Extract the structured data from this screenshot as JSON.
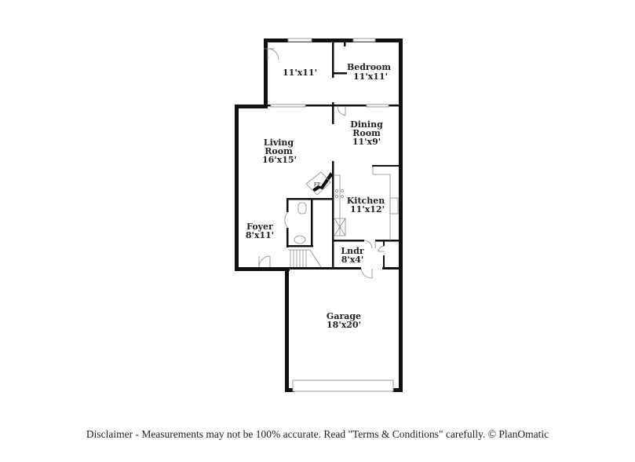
{
  "rooms": [
    {
      "name": "",
      "size": "11'x11'"
    },
    {
      "name": "Bedroom",
      "size": "11'x11'"
    },
    {
      "name": "Dining",
      "name2": "Room",
      "size": "11'x9'"
    },
    {
      "name": "Living",
      "name2": "Room",
      "size": "16'x15'"
    },
    {
      "name": "Kitchen",
      "size": "11'x12'"
    },
    {
      "name": "Foyer",
      "size": "8'x11'"
    },
    {
      "name": "Lndr",
      "size": "8'x4'"
    },
    {
      "name": "Garage",
      "size": "18'x20'"
    }
  ],
  "fixtures": {
    "fireplace": "FP"
  },
  "disclaimer": "Disclaimer - Measurements may not be 100% accurate. Read \"Terms & Conditions\" carefully. © PlanOmatic",
  "colors": {
    "wall": "#111111",
    "fixture": "#999999"
  }
}
